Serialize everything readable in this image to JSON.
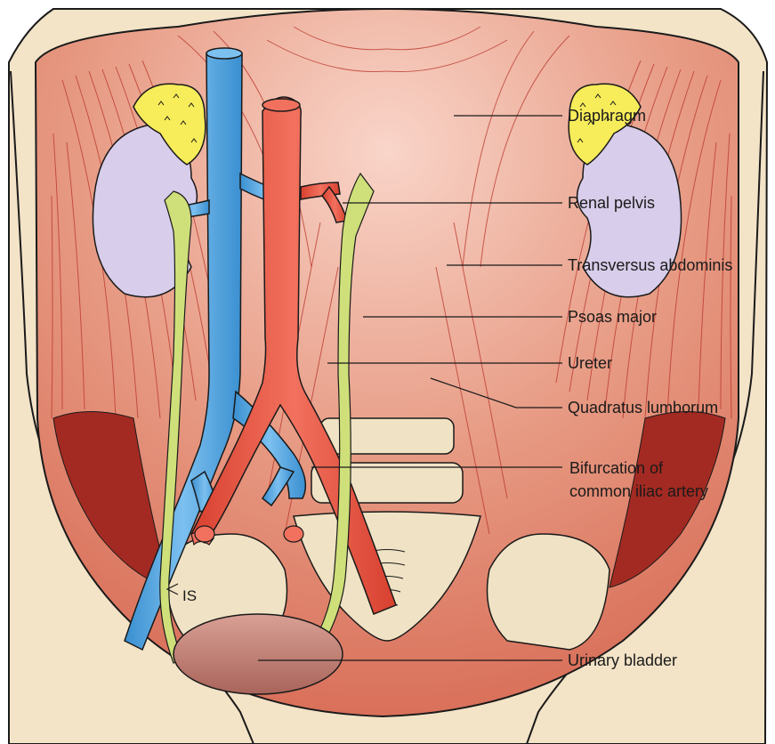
{
  "labels": {
    "diaphragm": "Diaphragm",
    "renal_pelvis": "Renal pelvis",
    "transversus_abdominis": "Transversus abdominis",
    "psoas_major": "Psoas major",
    "ureter": "Ureter",
    "quadratus_lumborum": "Quadratus lumborum",
    "bifurcation_line1": "Bifurcation of",
    "bifurcation_line2": "common iliac artery",
    "urinary_bladder": "Urinary bladder",
    "is": "IS"
  },
  "colors": {
    "skin": "#f3e3c7",
    "muscle": "#e0826a",
    "muscle_dark": "#a32a22",
    "kidney": "#d8cdea",
    "adrenal": "#f7ec5a",
    "ureter": "#cfe07a",
    "vein": "#4aa3e0",
    "artery": "#e8513f",
    "bone": "#f0e2c4",
    "bladder": "#c98a7e"
  }
}
